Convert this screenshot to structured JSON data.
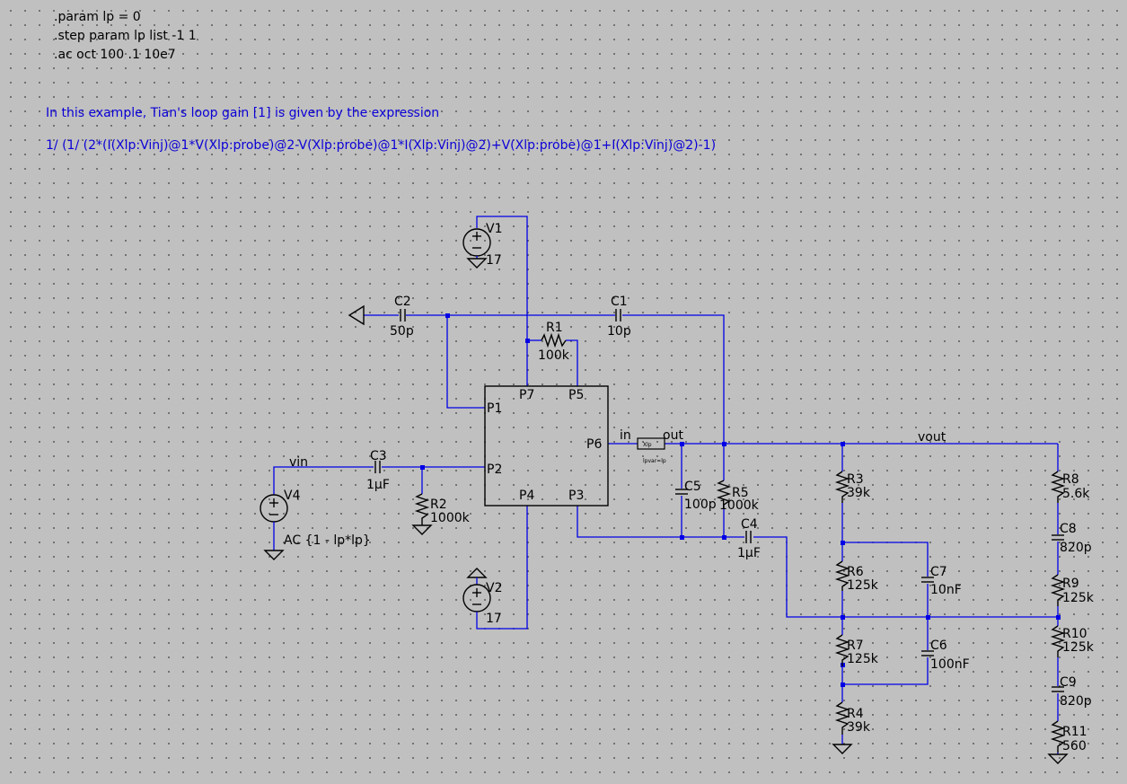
{
  "directives": [
    ".param lp = 0",
    ".step param lp list -1 1",
    ".ac oct 100 .1 10e7"
  ],
  "comment": {
    "line1": "In this example, Tian's loop gain [1] is given by the expression",
    "line2": "1/ (1/ (2*(I(Xlp:Vinj)@1*V(Xlp:probe)@2-V(Xlp:probe)@1*I(Xlp:Vinj)@2)+V(Xlp:probe)@1+I(Xlp:Vinj)@2)-1)"
  },
  "components": {
    "V1": {
      "name": "V1",
      "value": "17"
    },
    "V2": {
      "name": "V2",
      "value": "17"
    },
    "V4": {
      "name": "V4",
      "value": "AC {1 - lp*lp}"
    },
    "C1": {
      "name": "C1",
      "value": "10p"
    },
    "C2": {
      "name": "C2",
      "value": "50p"
    },
    "C3": {
      "name": "C3",
      "value": "1µF"
    },
    "C4": {
      "name": "C4",
      "value": "1µF"
    },
    "C5": {
      "name": "C5",
      "value": "100p"
    },
    "C6": {
      "name": "C6",
      "value": "100nF"
    },
    "C7": {
      "name": "C7",
      "value": "10nF"
    },
    "C8": {
      "name": "C8",
      "value": "820p"
    },
    "C9": {
      "name": "C9",
      "value": "820p"
    },
    "R1": {
      "name": "R1",
      "value": "100k"
    },
    "R2": {
      "name": "R2",
      "value": "1000k"
    },
    "R3": {
      "name": "R3",
      "value": "39k"
    },
    "R4": {
      "name": "R4",
      "value": "39k"
    },
    "R5": {
      "name": "R5",
      "value": "1000k"
    },
    "R6": {
      "name": "R6",
      "value": "125k"
    },
    "R7": {
      "name": "R7",
      "value": "125k"
    },
    "R8": {
      "name": "R8",
      "value": "5.6k"
    },
    "R9": {
      "name": "R9",
      "value": "125k"
    },
    "R10": {
      "name": "R10",
      "value": "125k"
    },
    "R11": {
      "name": "R11",
      "value": "560"
    }
  },
  "block": {
    "pins": {
      "p1": "P1",
      "p2": "P2",
      "p3": "P3",
      "p4": "P4",
      "p5": "P5",
      "p6": "P6",
      "p7": "P7"
    }
  },
  "probe": {
    "in": "in",
    "out": "out",
    "name": "Xlp",
    "param": "lpvar=lp"
  },
  "nets": {
    "vin": "vin",
    "vout": "vout"
  }
}
